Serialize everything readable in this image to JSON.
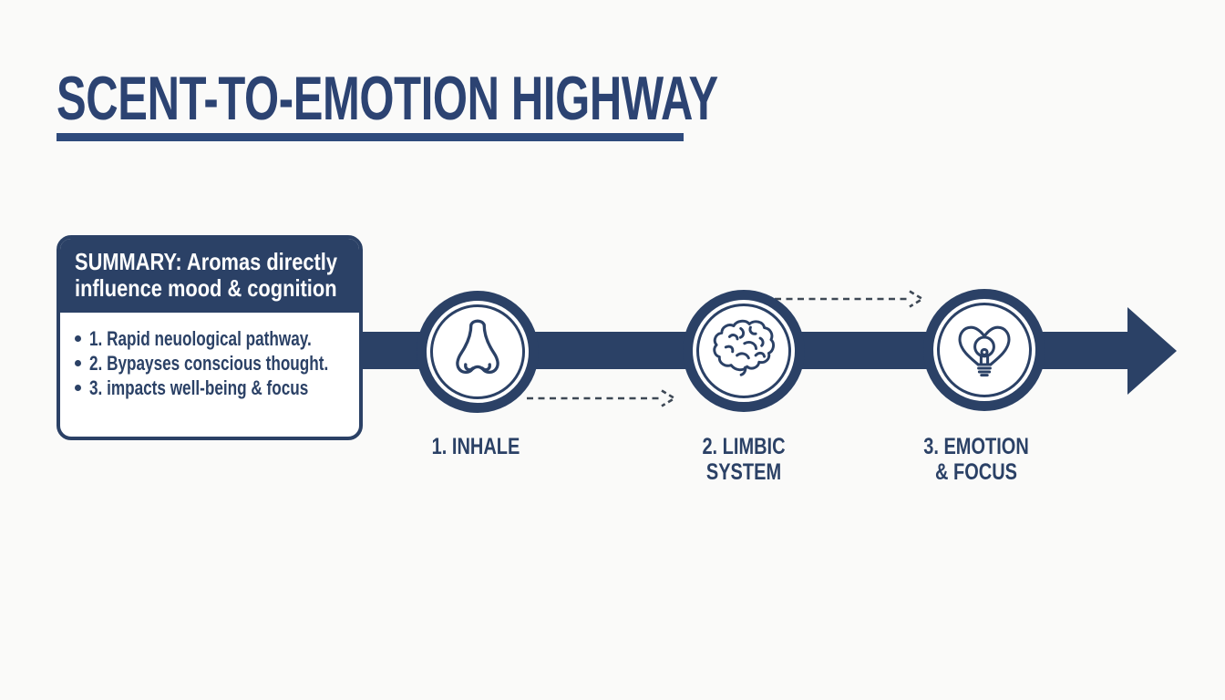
{
  "colors": {
    "navy": "#2b4166",
    "title_navy": "#2c4372",
    "underline_navy": "#2e4a7c",
    "dash_gray": "#3e4855",
    "background": "#fafaf9",
    "white": "#ffffff"
  },
  "title": {
    "text": "SCENT-TO-EMOTION HIGHWAY"
  },
  "summary": {
    "header": {
      "line1": "SUMMARY: Aromas directly",
      "line2": "influence mood & cognition"
    },
    "bullets": [
      {
        "text": "1. Rapid neuological pathway."
      },
      {
        "text": "2. Bypayses conscious thought."
      },
      {
        "text": "3. impacts well-being & focus"
      }
    ]
  },
  "steps": [
    {
      "icon": "nose-icon",
      "line1": "1. INHALE",
      "line2": ""
    },
    {
      "icon": "brain-icon",
      "line1": "2. LIMBIC",
      "line2": "SYSTEM"
    },
    {
      "icon": "heart-bulb-icon",
      "line1": "3. EMOTION",
      "line2": "& FOCUS"
    }
  ]
}
